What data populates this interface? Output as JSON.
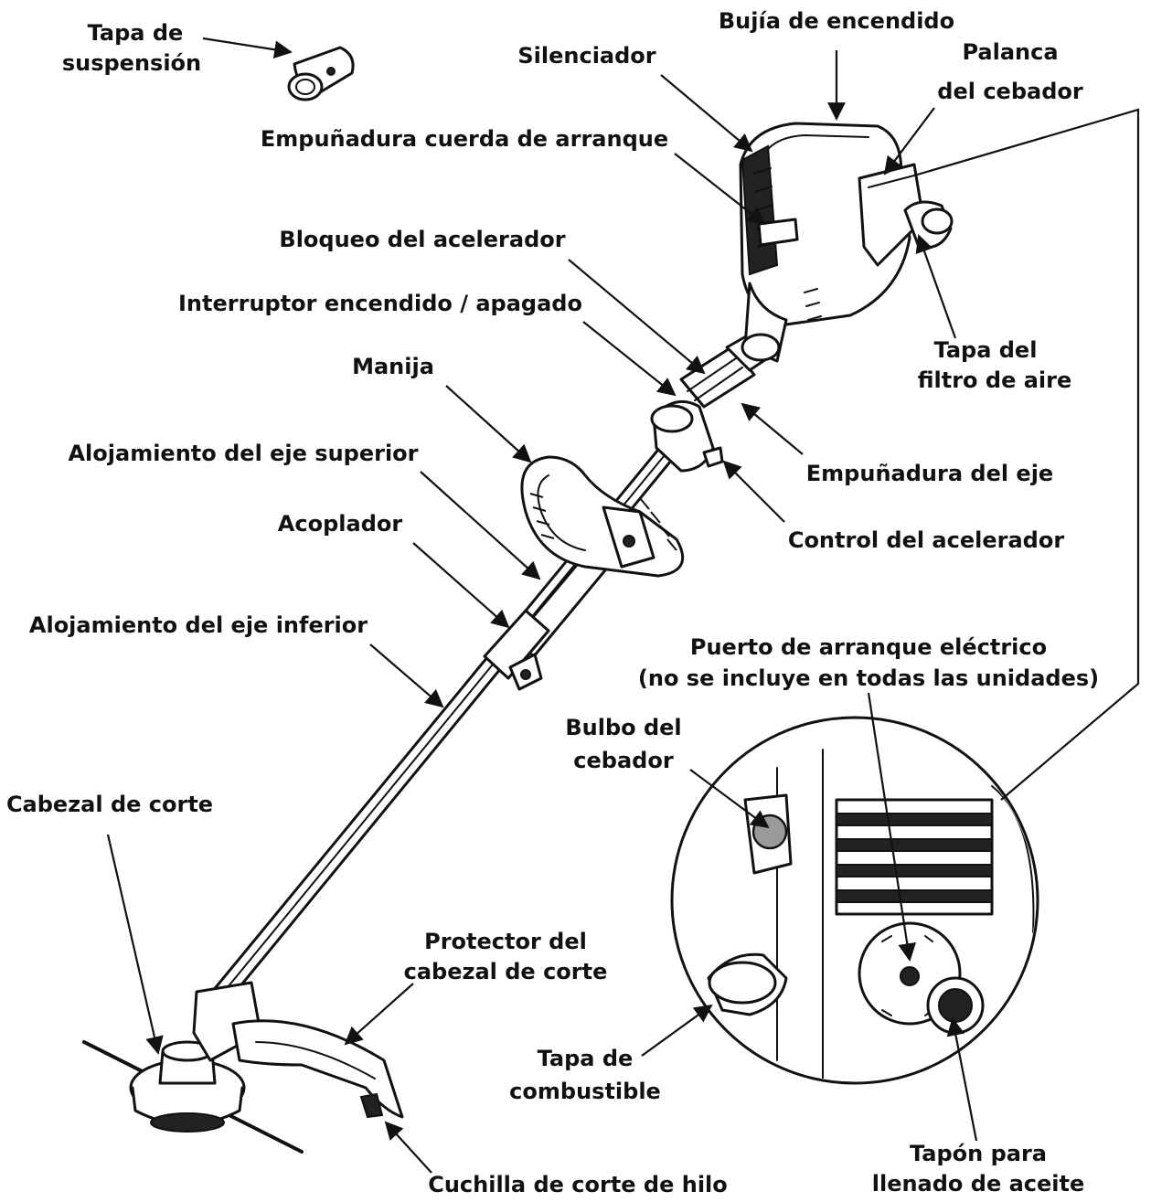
{
  "labels": {
    "tapa_suspension": [
      "Tapa de",
      "suspensión"
    ],
    "bujia": "Bujía de encendido",
    "silenciador": "Silenciador",
    "palanca_cebador": [
      "Palanca",
      "del cebador"
    ],
    "empunadura_cuerda": "Empuñadura cuerda de arranque",
    "bloqueo_acelerador": "Bloqueo del acelerador",
    "interruptor": "Interruptor encendido / apagado",
    "manija": "Manija",
    "tapa_filtro": [
      "Tapa del",
      "filtro de aire"
    ],
    "alojamiento_superior": "Alojamiento del eje superior",
    "empunadura_eje": "Empuñadura del eje",
    "acoplador": "Acoplador",
    "control_acelerador": "Control del acelerador",
    "alojamiento_inferior": "Alojamiento del eje inferior",
    "puerto_arranque": [
      "Puerto de arranque eléctrico",
      "(no se incluye en todas las unidades)"
    ],
    "bulbo_cebador": [
      "Bulbo del",
      "cebador"
    ],
    "cabezal_corte": "Cabezal de corte",
    "protector_cabezal": [
      "Protector del",
      "cabezal de corte"
    ],
    "tapa_combustible": [
      "Tapa de",
      "combustible"
    ],
    "cuchilla": "Cuchilla de corte de hilo",
    "tapon_aceite": [
      "Tapón para",
      "llenado de aceite"
    ]
  }
}
